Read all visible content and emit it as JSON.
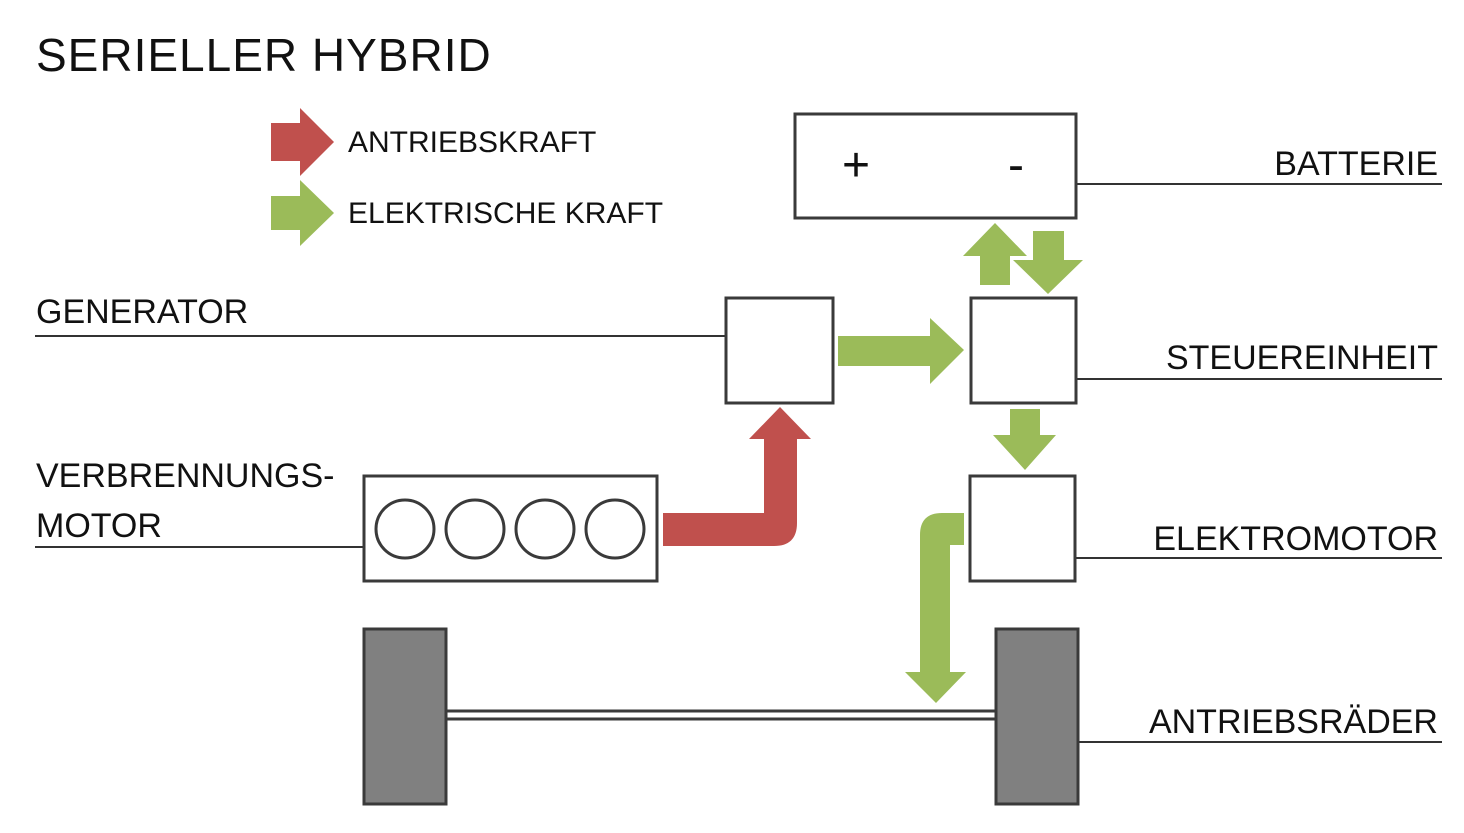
{
  "title": "SERIELLER HYBRID",
  "legend": [
    {
      "label": "ANTRIEBSKRAFT",
      "color": "#c0504d",
      "icon": "red-arrow-icon"
    },
    {
      "label": "ELEKTRISCHE KRAFT",
      "color": "#9bbb59",
      "icon": "green-arrow-icon"
    }
  ],
  "components": {
    "generator": "GENERATOR",
    "engine_line1": "VERBRENNUNGS-",
    "engine_line2": "MOTOR",
    "battery": "BATTERIE",
    "battery_plus": "+",
    "battery_minus": "-",
    "control_unit": "STEUEREINHEIT",
    "electric_motor": "ELEKTROMOTOR",
    "drive_wheels": "ANTRIEBSRÄDER"
  },
  "colors": {
    "mechanical": "#c0504d",
    "electrical": "#9bbb59",
    "wheel": "#808080",
    "outline": "#3a3a3a"
  }
}
